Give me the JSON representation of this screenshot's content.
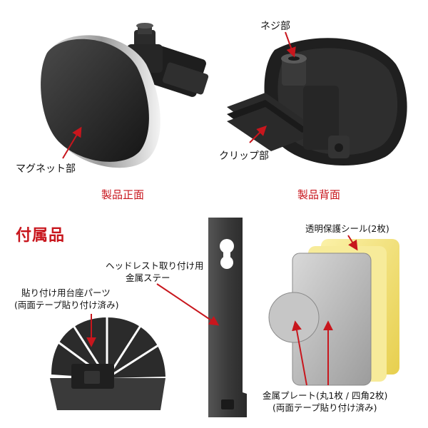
{
  "top": {
    "front": {
      "magnet_label": "マグネット部",
      "caption": "製品正面"
    },
    "back": {
      "screw_label": "ネジ部",
      "clip_label": "クリップ部",
      "caption": "製品背面"
    }
  },
  "accessories": {
    "heading": "付属品",
    "stay_label": [
      "ヘッドレスト取り付け用",
      "金属ステー"
    ],
    "base_label": [
      "貼り付け用台座パーツ",
      "(両面テープ貼り付け済み)"
    ],
    "seal_label": "透明保護シール(2枚)",
    "plate_label": [
      "金属プレート(丸1枚 / 四角2枚)",
      "(両面テープ貼り付け済み)"
    ]
  },
  "colors": {
    "accent": "#c8161d",
    "arrow": "#c8161d",
    "device": "#2a2a2a",
    "seal": "#f3e27a",
    "plate": "#b8b8b8"
  }
}
